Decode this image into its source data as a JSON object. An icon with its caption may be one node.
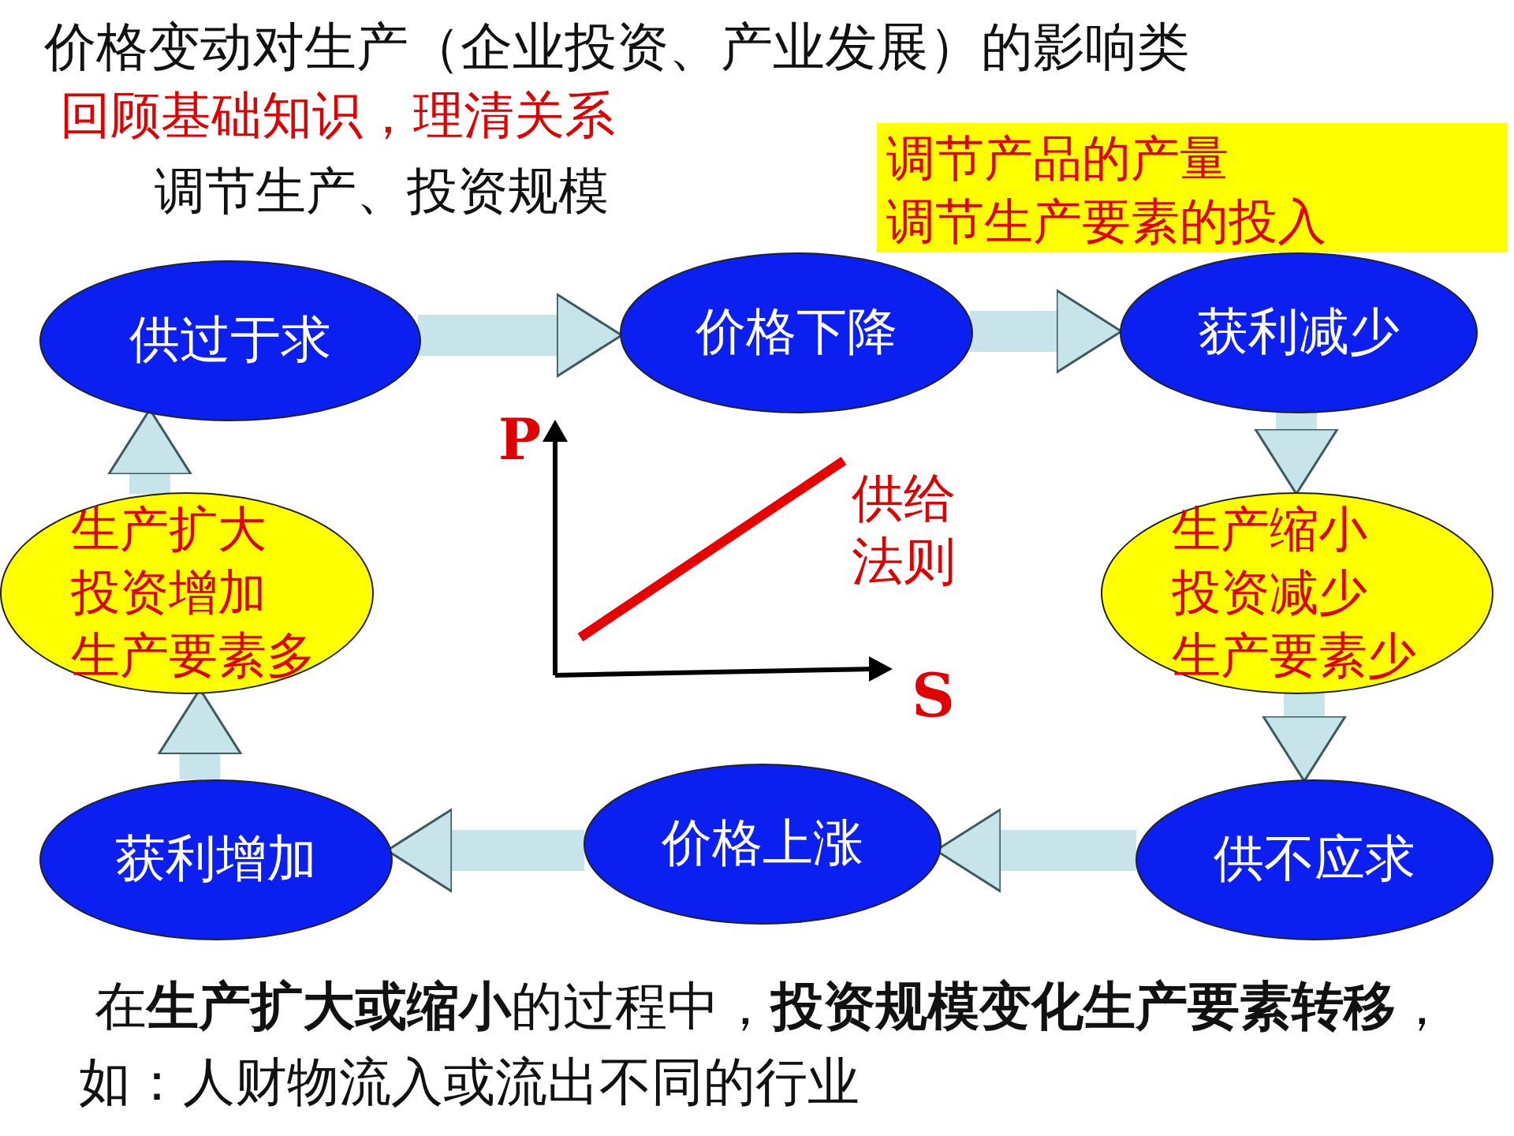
{
  "diagram": {
    "title": "价格变动对生产（企业投资、产业发展）的影响类",
    "nodes": [
      {
        "text": [
          "供过于求"
        ]
      },
      {
        "text": [
          "价格下降"
        ]
      },
      {
        "text": [
          "获利减少"
        ]
      },
      {
        "text": [
          "生产缩小",
          "投资减少",
          "生产要素少"
        ]
      },
      {
        "text": [
          "供不应求"
        ]
      },
      {
        "text": [
          "价格上涨"
        ]
      },
      {
        "text": [
          "获利增加"
        ]
      },
      {
        "text": [
          "生产扩大",
          "投资增加",
          "生产要素多"
        ]
      }
    ],
    "edges": [
      {
        "from": 0,
        "to": 1,
        "arrow": "to"
      },
      {
        "from": 1,
        "to": 2,
        "arrow": "to"
      },
      {
        "from": 2,
        "to": 3,
        "arrow": "to"
      },
      {
        "from": 3,
        "to": 4,
        "arrow": "to"
      },
      {
        "from": 4,
        "to": 5,
        "arrow": "to"
      },
      {
        "from": 5,
        "to": 6,
        "arrow": "to"
      },
      {
        "from": 6,
        "to": 7,
        "arrow": "to"
      },
      {
        "from": 7,
        "to": 0,
        "arrow": "to"
      }
    ],
    "labels": [
      "回顾基础知识，理清关系",
      "调节生产、投资规模",
      "调节产品的产量",
      "调节生产要素的投入",
      "P",
      "供给法则",
      "S",
      "在**生产扩大或缩小**的过程中，**投资规模变化生产要素转移**，如：人财物流入或流出不同的行业"
    ]
  }
}
